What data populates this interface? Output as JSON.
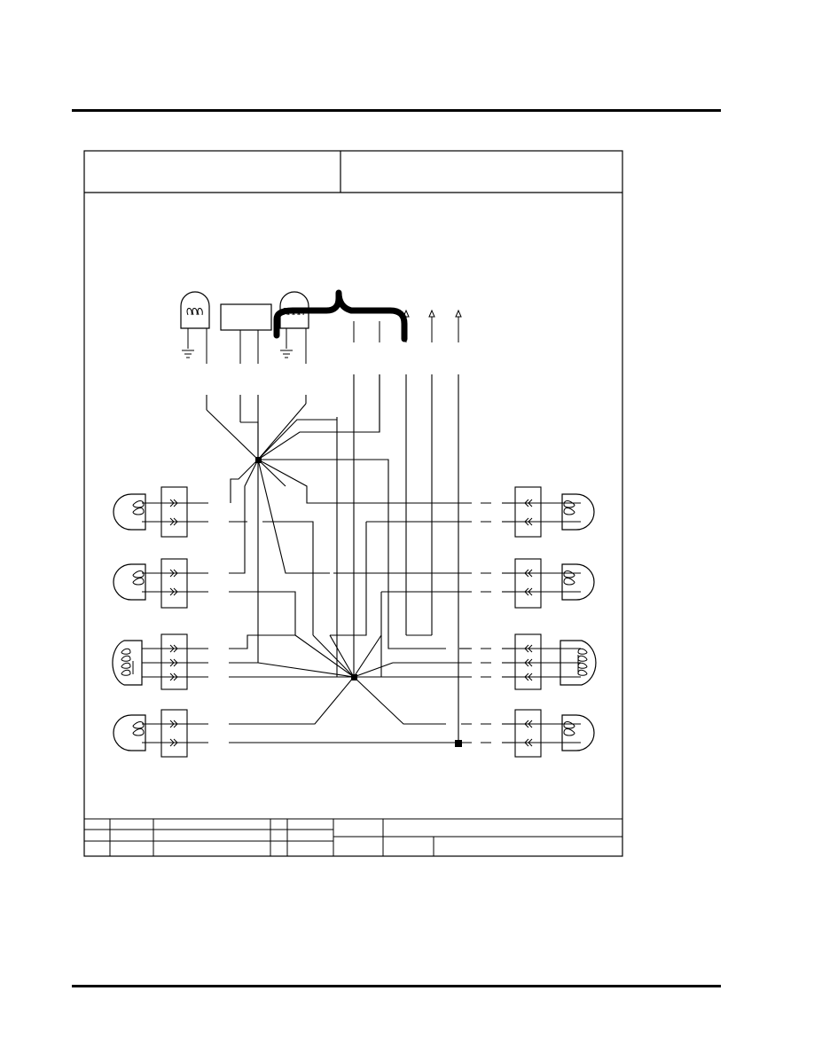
{
  "page": {
    "header_title": "",
    "footer_text": ""
  },
  "frame": {
    "title_left": "",
    "title_right": ""
  },
  "diagram": {
    "type": "wiring-schematic",
    "components": [
      {
        "name": "top-lamp-left",
        "icon": "lamp-icon",
        "grounded": true
      },
      {
        "name": "top-relay-box",
        "icon": "box-icon"
      },
      {
        "name": "top-lamp-right",
        "icon": "lamp-icon",
        "grounded": true
      },
      {
        "name": "wire-bundle",
        "icon": "brace-icon"
      },
      {
        "name": "terminal-arrows",
        "icon": "arrow-up-icon",
        "count": 3
      },
      {
        "name": "left-lamps",
        "icon": "lamp-icon",
        "count": 4
      },
      {
        "name": "right-lamps",
        "icon": "lamp-icon",
        "count": 4
      },
      {
        "name": "connectors",
        "icon": "connector-icon",
        "count": 8
      }
    ],
    "splice_points": 3
  },
  "title_block": {
    "cells": []
  }
}
